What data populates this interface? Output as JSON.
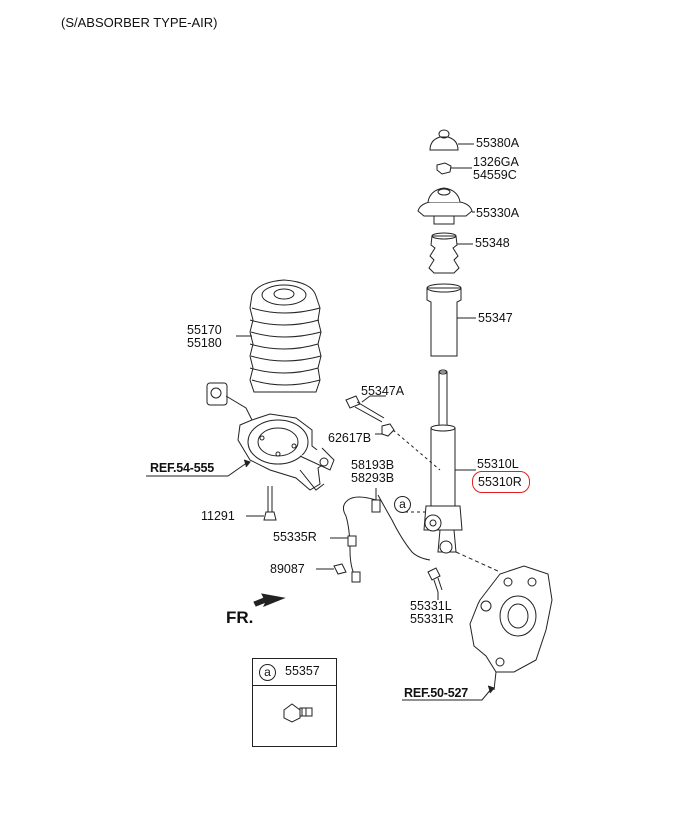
{
  "title": "(S/ABSORBER TYPE-AIR)",
  "parts": {
    "p55380A": "55380A",
    "p1326GA": "1326GA",
    "p54559C": "54559C",
    "p55330A": "55330A",
    "p55348": "55348",
    "p55347": "55347",
    "p55310L": "55310L",
    "p55310R": "55310R",
    "p55170": "55170",
    "p55180": "55180",
    "p55347A": "55347A",
    "p62617B": "62617B",
    "p58193B": "58193B",
    "p58293B": "58293B",
    "p11291": "11291",
    "p55335R": "55335R",
    "p89087": "89087",
    "p55331L": "55331L",
    "p55331R": "55331R"
  },
  "refs": {
    "ref_left": "REF.54-555",
    "ref_bottom": "REF.50-527"
  },
  "fr_label": "FR.",
  "callout_letter": "a",
  "legend": {
    "letter": "a",
    "part": "55357"
  },
  "highlight_color": "#e02020"
}
